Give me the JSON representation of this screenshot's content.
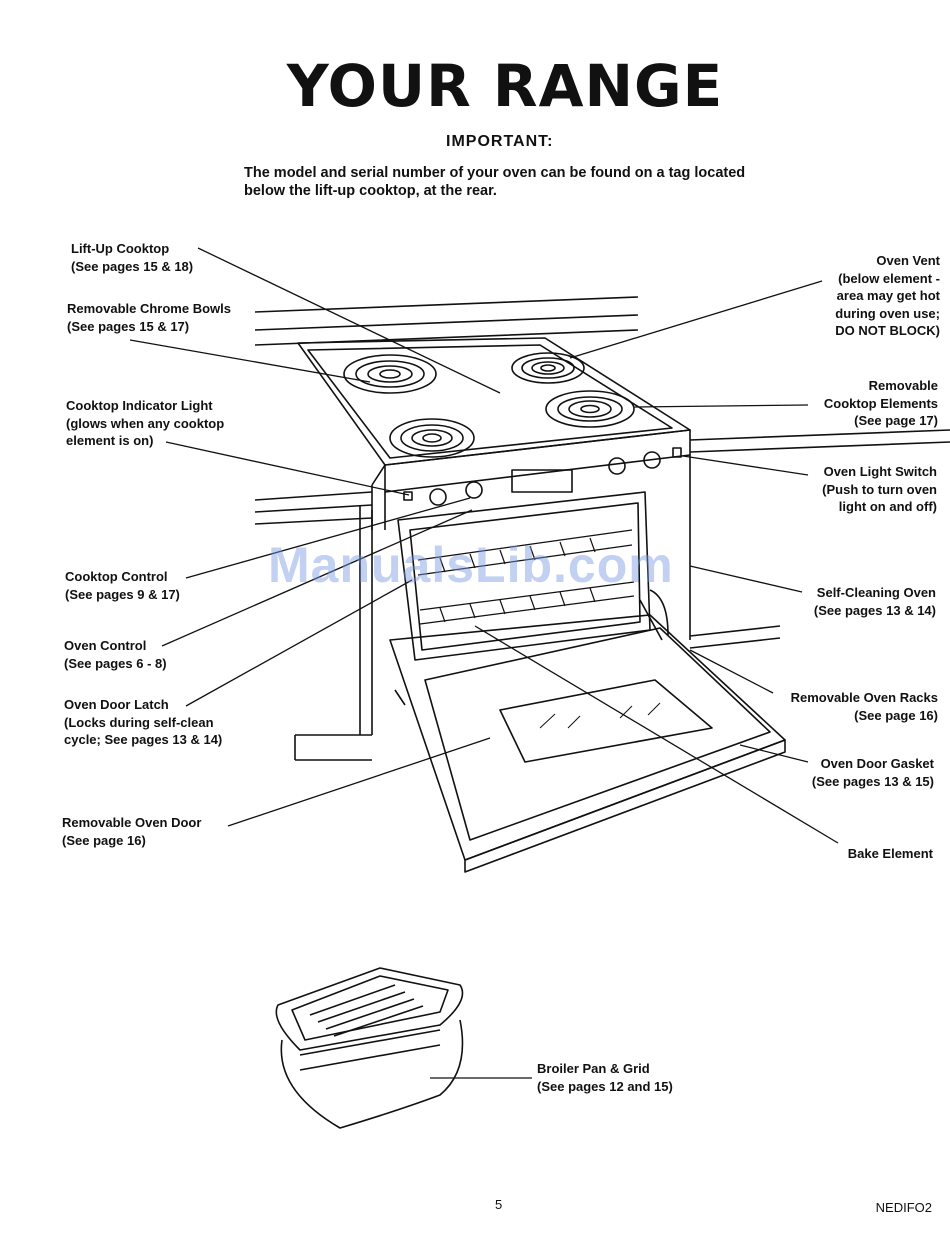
{
  "title": "YOUR RANGE",
  "important_heading": "IMPORTANT:",
  "important_lines": [
    "The model and serial number of your oven can be found on a tag located",
    "below the lift-up cooktop, at the rear."
  ],
  "labels": {
    "lift_up_cooktop": [
      "Lift-Up Cooktop",
      "(See pages 15 & 18)"
    ],
    "chrome_bowls": [
      "Removable Chrome Bowls",
      "(See pages 15 & 17)"
    ],
    "indicator_light": [
      "Cooktop Indicator Light",
      "(glows when any cooktop",
      "element is on)"
    ],
    "cooktop_control": [
      "Cooktop Control",
      "(See pages 9 & 17)"
    ],
    "oven_control": [
      "Oven Control",
      "(See pages 6 - 8)"
    ],
    "door_latch": [
      "Oven Door Latch",
      "(Locks during self-clean",
      "cycle; See pages 13 & 14)"
    ],
    "oven_door": [
      "Removable Oven Door",
      "(See page 16)"
    ],
    "oven_vent": [
      "Oven Vent",
      "(below element -",
      "area may get hot",
      "during oven use;",
      "DO NOT BLOCK)"
    ],
    "cooktop_elements": [
      "Removable",
      "Cooktop Elements",
      "(See page 17)"
    ],
    "light_switch": [
      "Oven Light Switch",
      "(Push to turn oven",
      "light on and off)"
    ],
    "self_cleaning": [
      "Self-Cleaning Oven",
      "(See pages 13 & 14)"
    ],
    "oven_racks": [
      "Removable Oven Racks",
      "(See page 16)"
    ],
    "door_gasket": [
      "Oven Door Gasket",
      "(See pages 13 & 15)"
    ],
    "bake_element": [
      "Bake Element"
    ],
    "broiler_pan": [
      "Broiler Pan & Grid",
      "(See pages 12 and 15)"
    ]
  },
  "watermark": "ManualsLib.com",
  "page_number": "5",
  "doc_code": "NEDIFO2"
}
